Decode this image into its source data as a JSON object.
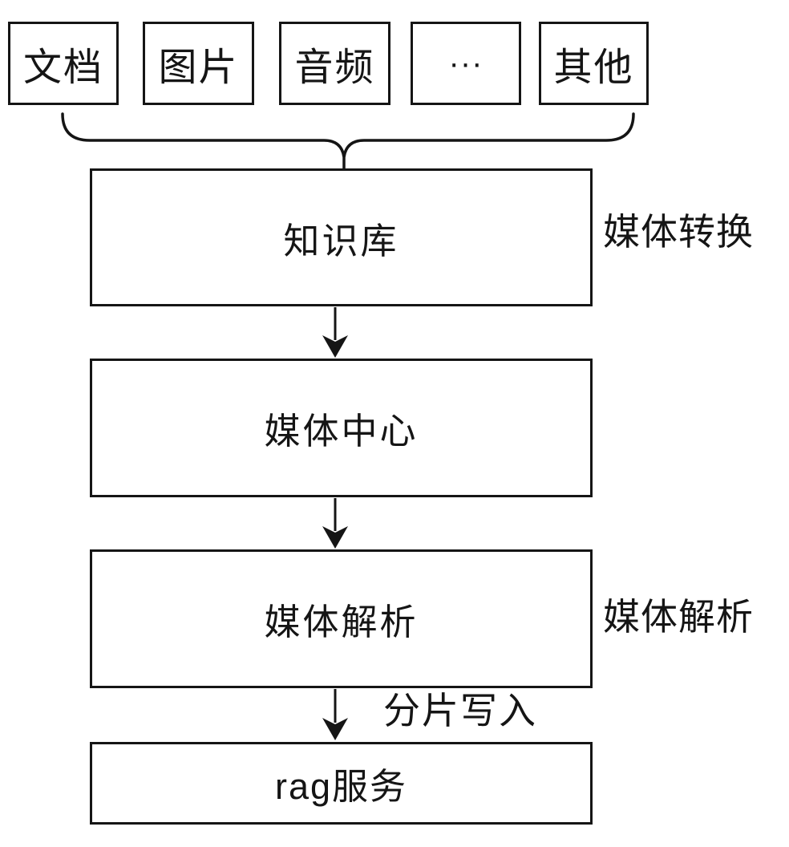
{
  "diagram": {
    "type": "flowchart",
    "source_boxes": [
      {
        "label": "文档"
      },
      {
        "label": "图片"
      },
      {
        "label": "音频"
      },
      {
        "label": "···"
      },
      {
        "label": "其他"
      }
    ],
    "flow_boxes": [
      {
        "label": "知识库"
      },
      {
        "label": "媒体中心"
      },
      {
        "label": "媒体解析"
      },
      {
        "label": "rag服务"
      }
    ],
    "side_labels": [
      {
        "label": "媒体转换"
      },
      {
        "label": "媒体解析"
      }
    ],
    "edge_label": "分片写入",
    "colors": {
      "stroke": "#151515",
      "background": "#ffffff",
      "text": "#151515"
    }
  }
}
